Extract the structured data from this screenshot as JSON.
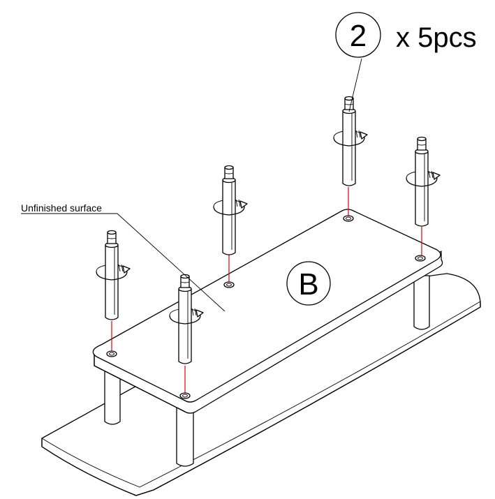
{
  "callout_part": {
    "number": "2",
    "quantity": "x 5pcs"
  },
  "panel_label": "B",
  "surface_note": "Unfinished surface",
  "colors": {
    "line": "#000000",
    "guide": "#e00000",
    "background": "#ffffff"
  }
}
